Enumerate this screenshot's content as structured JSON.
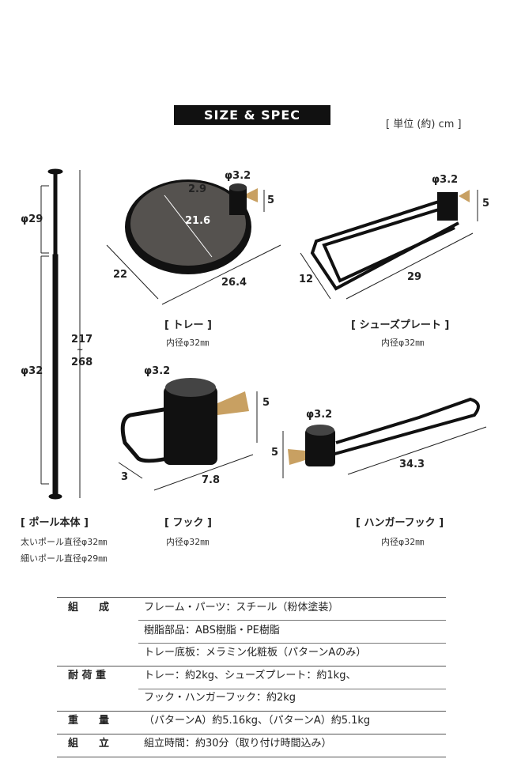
{
  "header": {
    "title": "SIZE & SPEC",
    "unit": "[ 単位 (約) cm ]"
  },
  "pole": {
    "label": "[ ポール本体 ]",
    "dia_top": "φ29",
    "dia_bottom": "φ32",
    "height_min": "217",
    "tilde": "~",
    "height_max": "268",
    "note1": "太いポール直径φ32㎜",
    "note2": "細いポール直径φ29㎜"
  },
  "tray": {
    "label": "[ トレー ]",
    "inner": "内径φ32㎜",
    "dims": {
      "hole": "φ3.2",
      "rim": "2.9",
      "h": "5",
      "diag": "21.6",
      "depth": "22",
      "width": "26.4"
    }
  },
  "shoe_plate": {
    "label": "[ シューズプレート ]",
    "inner": "内径φ32㎜",
    "dims": {
      "hole": "φ3.2",
      "h": "5",
      "depth": "12",
      "width": "29"
    }
  },
  "hook": {
    "label": "[ フック ]",
    "inner": "内径φ32㎜",
    "dims": {
      "hole": "φ3.2",
      "h": "5",
      "depth": "3",
      "width": "7.8"
    }
  },
  "hanger_hook": {
    "label": "[ ハンガーフック ]",
    "inner": "内径φ32㎜",
    "dims": {
      "hole": "φ3.2",
      "h": "5",
      "width": "34.3"
    }
  },
  "spec_table": [
    {
      "key": "組　　成",
      "values": [
        "フレーム・パーツ：スチール（粉体塗装）",
        "樹脂部品：ABS樹脂・PE樹脂",
        "トレー底板：メラミン化粧板（パターンAのみ）"
      ]
    },
    {
      "key": "耐 荷 重",
      "values": [
        "トレー：約2kg、シューズプレート：約1kg、",
        "フック・ハンガーフック：約2kg"
      ]
    },
    {
      "key": "重　　量",
      "values": [
        "（パターンA）約5.16kg、（パターンA）約5.1kg"
      ]
    },
    {
      "key": "組　　立",
      "values": [
        "組立時間：約30分（取り付け時間込み）"
      ]
    }
  ]
}
